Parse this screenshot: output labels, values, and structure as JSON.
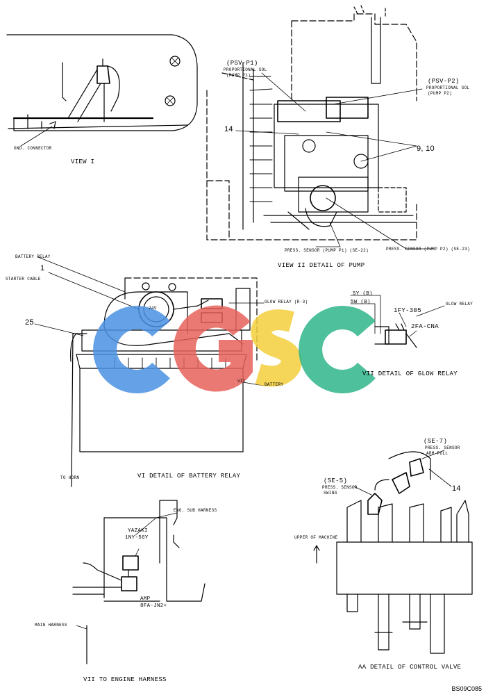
{
  "views": {
    "view1": {
      "title": "VIEW I",
      "gnd": "GND. CONNECTOR"
    },
    "view2": {
      "title": "VIEW II   DETAIL OF PUMP",
      "psv_p1": "(PSV-P1)",
      "psv_p1_desc1": "PROPORTIONAL SOL",
      "psv_p1_desc2": "(PUMP P1)",
      "psv_p2": "(PSV-P2)",
      "psv_p2_desc1": "PROPORTIONAL SOL",
      "psv_p2_desc2": "(PUMP P2)",
      "item14": "14",
      "item910": "9, 10",
      "sensor_p1": "PRESS. SENSOR (PUMP P1) (SE-22)",
      "sensor_p2": "PRESS. SENSOR (PUMP P2) (SE-23)"
    },
    "view6": {
      "title": "VI  DETAIL OF BATTERY RELAY",
      "battery_relay": "BATTERY RELAY",
      "item1": "1",
      "starter_cable": "STARTER CABLE",
      "item25": "25",
      "glow_relay": "GLOW RELAY (R-3)",
      "battery": "BATTERY",
      "to_horn": "TO HORN",
      "mark7": "VII",
      "relay_label": "24V"
    },
    "view7": {
      "title": "VII DETAIL OF GLOW RELAY",
      "wire1": "5Y (B)",
      "wire2": "5W (B)",
      "conn1": "1FY-305",
      "conn2": "2FA-CNA",
      "glow_relay": "GLOW RELAY"
    },
    "view8": {
      "title": "VII TO ENGINE HARNESS",
      "eng_sub": "ENG. SUB HARNESS",
      "yazaki1": "YAZAKI",
      "yazaki2": "1NY-56Y",
      "amp1": "AMP",
      "amp2": "8FA-JN2+",
      "main_harness": "MAIN HARNESS"
    },
    "viewAA": {
      "title": "AA   DETAIL OF CONTROL VALVE",
      "se7": "(SE-7)",
      "se7_desc1": "PRESS. SENSOR",
      "se7_desc2": "ARM PULL",
      "item14": "14",
      "se5": "(SE-5)",
      "se5_desc1": "PRESS. SENSOR",
      "se5_desc2": "SWING",
      "upper": "UPPER OF MACHINE"
    }
  },
  "watermark": {
    "letters": [
      "C",
      "G",
      "S",
      "C"
    ],
    "colors": [
      "#4a90e2",
      "#e8615a",
      "#f5cf3c",
      "#2fb58a"
    ]
  },
  "code": "BS09C085"
}
